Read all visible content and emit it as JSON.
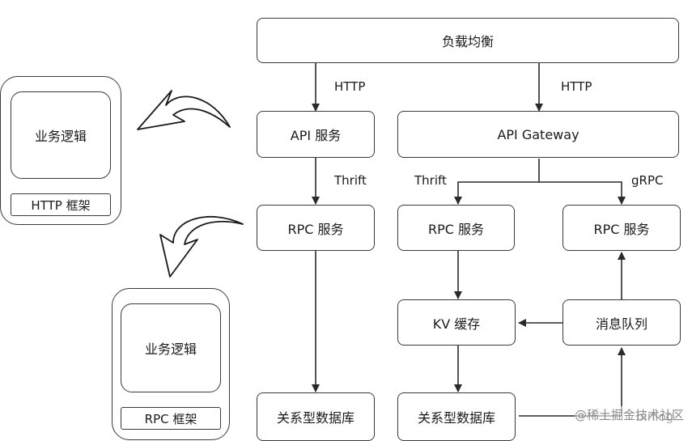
{
  "top": {
    "lb": "负载均衡"
  },
  "protocols": {
    "http_left": "HTTP",
    "http_right": "HTTP",
    "thrift_left": "Thrift",
    "thrift_mid": "Thrift",
    "grpc": "gRPC",
    "binlog": "binlog"
  },
  "nodes": {
    "api_service": "API 服务",
    "api_gateway": "API Gateway",
    "rpc_left": "RPC 服务",
    "rpc_mid": "RPC 服务",
    "rpc_right": "RPC 服务",
    "kv_cache": "KV 缓存",
    "mq": "消息队列",
    "db_left": "关系型数据库",
    "db_mid": "关系型数据库"
  },
  "panels": {
    "http_panel": {
      "logic": "业务逻辑",
      "framework": "HTTP 框架"
    },
    "rpc_panel": {
      "logic": "业务逻辑",
      "framework": "RPC 框架"
    }
  },
  "watermark": "@稀土掘金技术社区"
}
